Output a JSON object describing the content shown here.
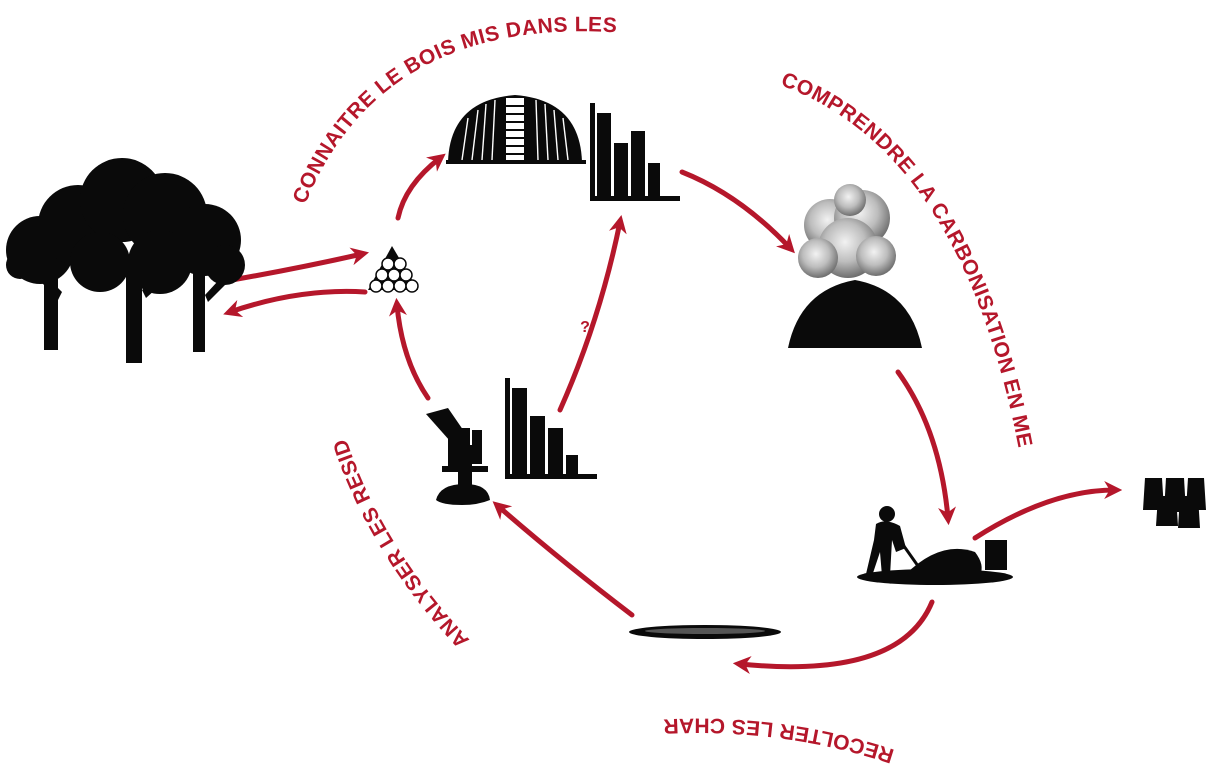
{
  "colors": {
    "arrow": "#b5172b",
    "icon": "#0a0a0a",
    "background": "#ffffff"
  },
  "labels": {
    "know_wood": "CONNAITRE LE BOIS MIS DANS LES MEULES",
    "understand_carbonisation": "COMPRENDRE LA CARBONISATION EN MEULE",
    "collect_charcoal": "RECOLTER LES CHARBONS",
    "analyse_residues": "ANALYSER LES RESIDUS",
    "unknown_link": "?"
  },
  "icons": [
    "forest-icon",
    "log-pile-icon",
    "charcoal-kiln-icon",
    "bar-chart-icon",
    "smoking-kiln-icon",
    "collier-raking-icon",
    "charcoal-sacks-icon",
    "residue-layer-icon",
    "microscope-icon"
  ]
}
